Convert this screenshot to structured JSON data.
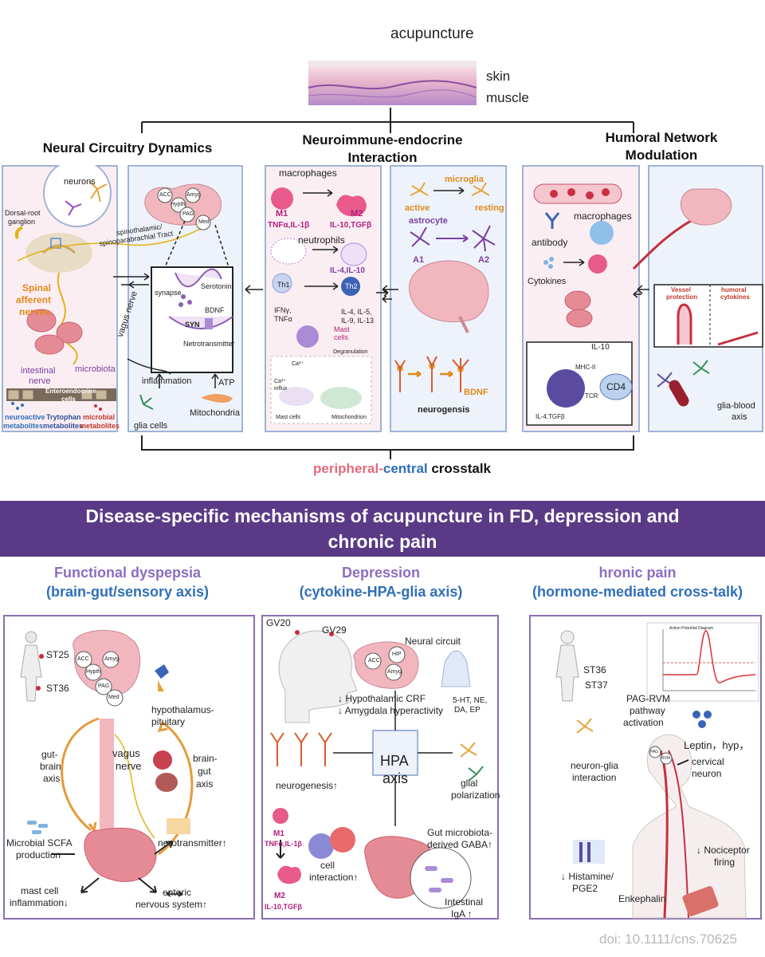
{
  "top": {
    "acupuncture": "acupuncture",
    "skin": "skin",
    "muscle": "muscle"
  },
  "sections": {
    "neural": "Neural Circuitry Dynamics",
    "neuroimmune_1": "Neuroimmune-endocrine",
    "neuroimmune_2": "Interaction",
    "humoral_1": "Humoral Network",
    "humoral_2": "Modulation"
  },
  "neural_panel": {
    "neurons": "neurons",
    "drg": "Dorsal-root",
    "drg2": "ganglion",
    "tract1": "spinothalamic/",
    "tract2": "spinoparabrachial Tract",
    "spinal1": "Spinal",
    "spinal2": "afferent",
    "spinal3": "nerves",
    "vagus": "vagus nerve",
    "intestinal1": "intestinal",
    "intestinal2": "nerve",
    "microbiota": "microbiota",
    "entero1": "Enteroendocrine",
    "entero2": "cells",
    "neuroactive1": "neuroactive",
    "neuroactive2": "metabolites",
    "tryptophan1": "Trytophan",
    "tryptophan2": "metabolites",
    "microbial1": "microbial",
    "microbial2": "metabolites",
    "acc": "ACC",
    "hypth": "Hypth",
    "amyg": "Amyg",
    "pag": "PAG",
    "med": "Med",
    "synapse": "synapse",
    "serotonin": "Serotonin",
    "bdnf": "BDNF",
    "syn": "SYN",
    "neurotransmitter": "Netrotransmitter",
    "inflammation": "inflammation",
    "atp": "ATP",
    "glia": "glia cells",
    "mito": "Mitochondria"
  },
  "immune_panel": {
    "macrophages": "macrophages",
    "m1": "M1",
    "m1_cyt": "TNFα,IL-1β",
    "m2": "M2",
    "m2_cyt": "IL-10,TGFβ",
    "neutrophils": "neutrophils",
    "il4": "IL-4,IL-10",
    "th1": "Th1",
    "th1_cyt1": "IFNγ,",
    "th1_cyt2": "TNFα",
    "th2": "Th2",
    "th2_cyt1": "IL-4, IL-5,",
    "th2_cyt2": "IL-9, IL-13",
    "mast1": "Mast",
    "mast2": "cells",
    "degran": "Degranulation",
    "ca": "Ca²⁺",
    "ca_influx1": "Ca²⁺",
    "ca_influx2": "influx",
    "mast_cells": "Mast cells",
    "mitochondrion": "Mitochondrion",
    "microglia": "microglia",
    "active": "active",
    "resting": "resting",
    "astrocyte": "astrocyte",
    "a1": "A1",
    "a2": "A2",
    "bdnf": "BDNF",
    "neurogenesis": "neurogensis"
  },
  "humoral_panel": {
    "antibody": "antibody",
    "macrophages": "macrophages",
    "cytokines": "Cytokines",
    "il10": "IL-10",
    "mhc": "MHC-II",
    "tcr": "TCR",
    "cd4": "CD4",
    "il4tgf": "IL-4,TGFβ",
    "vessel1": "Vessel",
    "vessel2": "protection",
    "humoral1": "humoral",
    "humoral2": "cytokines",
    "gba1": "glia-blood",
    "gba2": "axis"
  },
  "crosstalk": {
    "peripheral": "peripheral",
    "dash": "-",
    "central": "central",
    "rest": " crosstalk"
  },
  "banner": {
    "line1": "Disease-specific mechanisms of acupuncture in FD, depression and",
    "line2": "chronic pain"
  },
  "diseases": [
    {
      "title": "Functional dyspepsia",
      "subtitle": "(brain-gut/sensory axis)"
    },
    {
      "title": "Depression",
      "subtitle": "(cytokine-HPA-glia axis)"
    },
    {
      "title": "hronic pain",
      "subtitle": "(hormone-mediated cross-talk)"
    }
  ],
  "fd_panel": {
    "st25": "ST25",
    "st36": "ST36",
    "acc": "ACC",
    "hypth": "Hypth",
    "amyg": "Amyg",
    "pag": "PAG",
    "med": "Med",
    "hyp1": "hypothalamus-",
    "hyp2": "pituitary",
    "gutbrain1": "gut-",
    "gutbrain2": "brain",
    "gutbrain3": "axis",
    "vagus1": "vagus",
    "vagus2": "nerve",
    "braingut1": "brain-",
    "braingut2": "gut",
    "braingut3": "axis",
    "scfa1": "Microbial SCFA",
    "scfa2": "production",
    "nerotrans": "nerotransmitter↑",
    "mast1": "mast cell",
    "mast2": "inflammation↓",
    "enteric1": "enteric",
    "enteric2": "nervous system↑"
  },
  "dep_panel": {
    "gv20": "GV20",
    "gv29": "GV29",
    "circuit": "Neural circuit",
    "acc": "ACC",
    "hip": "HIP",
    "amyg": "Amyg",
    "crf": "↓ Hypothalamic CRF",
    "amyg_hyper": "↓ Amygdala hyperactivity",
    "nt1": "5-HT, NE,",
    "nt2": "DA, EP",
    "hpa1": "HPA",
    "hpa2": "axis",
    "neurogenesis": "neurogenesis↑",
    "glial1": "glial",
    "glial2": "polarization",
    "m1": "M1",
    "m1_cyt": "TNFα,IL-1β",
    "m2": "M2",
    "m2_cyt": "IL-10,TGFβ",
    "cell1": "cell",
    "cell2": "interaction↑",
    "gaba1": "Gut microbiota-",
    "gaba2": "derived GABA↑",
    "iga1": "Intestinal",
    "iga2": "IgA ↑"
  },
  "pain_panel": {
    "chart_title": "Action Potential Diagram",
    "st36": "ST36",
    "st37": "ST37",
    "pag1": "PAG-RVM",
    "pag2": "pathway",
    "pag3": "activation",
    "leptin": "Leptin，hyp，",
    "ng1": "neuron-glia",
    "ng2": "interaction",
    "cervical1": "cervical",
    "cervical2": "neuron",
    "pag": "PAG",
    "rvm": "RVM",
    "noci1": "↓ Nociceptor",
    "noci2": "firing",
    "hist1": "↓ Histamine/",
    "hist2": "PGE2",
    "enk": "Enkephalin"
  },
  "doi": "doi: 10.1111/cns.70625",
  "colors": {
    "banner": "#5a3a86",
    "panel_border": "#9fb3d8",
    "peripheral": "#e06b7d",
    "central": "#2f6fb8",
    "disease_title_purple": "#8e6cc0",
    "disease_title_blue": "#2f6fb8"
  }
}
